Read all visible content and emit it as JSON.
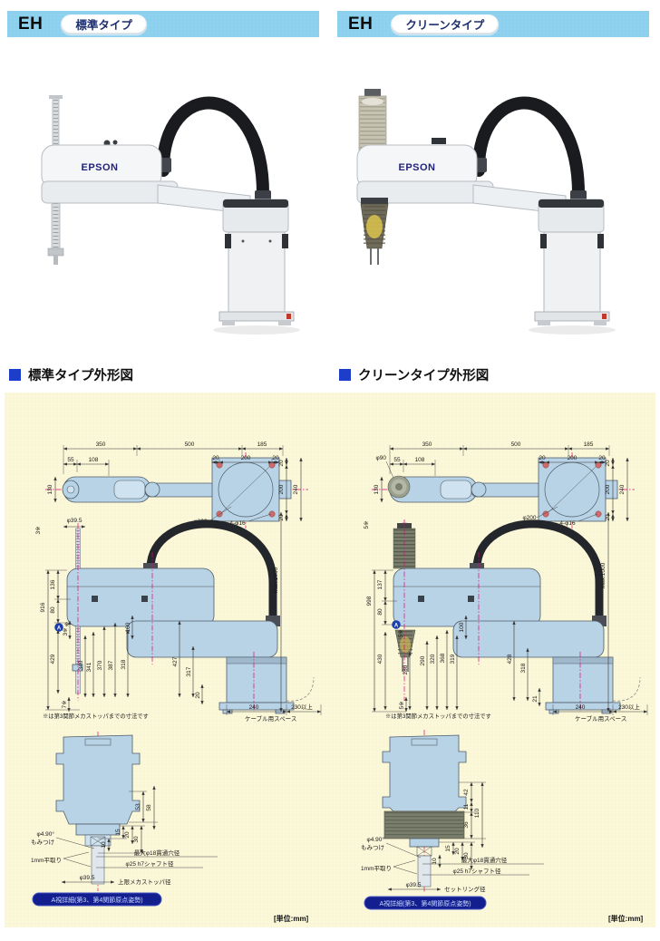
{
  "headers": {
    "standard": {
      "model": "EH",
      "tag": "標準タイプ"
    },
    "clean": {
      "model": "EH",
      "tag": "クリーンタイプ"
    }
  },
  "photos": {
    "standard": {
      "brand": "EPSON"
    },
    "clean": {
      "brand": "EPSON"
    }
  },
  "sections": {
    "standard": "標準タイプ外形図",
    "clean": "クリーンタイプ外形図"
  },
  "colors": {
    "header_bar": "#8fd2ef",
    "section_square": "#1c3ecb",
    "badge_navy": "#141f8f",
    "drawing_background": "#fbf7d9",
    "robot_fill": "#b9d3e6",
    "centerline_magenta": "#e6007e",
    "brand_navy": "#23237a"
  },
  "standard_drawing": {
    "top": {
      "d350": "350",
      "d500": "500",
      "d185": "185",
      "d55": "55",
      "d108": "108",
      "d20a": "20",
      "d200a": "200",
      "d20b": "20",
      "d130": "130",
      "d20c": "20",
      "d200b": "200",
      "d240": "240",
      "d20d": "20",
      "phi200": "φ200",
      "holes": "4-φ16",
      "phi395": "φ39.5",
      "star": "3※"
    },
    "side": {
      "d916": "916",
      "d136": "136",
      "d80": "80",
      "a_mark": "A",
      "a_star": "※",
      "d3": "3※",
      "d429": "429",
      "d340": "340",
      "d341": "341",
      "d370": "370",
      "d387": "387",
      "d318": "318",
      "d100": "100",
      "d427": "427",
      "d317": "317",
      "d20": "20",
      "d240": "240",
      "d230": "230以上",
      "max1000": "Max.1000",
      "d7": "7※",
      "note": "※は第3関節メカストッパまでの寸法です",
      "cable": "ケーブル用スペース"
    },
    "detail": {
      "d53": "53",
      "d58": "58",
      "d30": "30",
      "d20": "20",
      "d15": "15",
      "d10": "10",
      "tap": "φ4.90°",
      "tap2": "もみつけ",
      "flat": "1mm平取り",
      "hole": "最大φ18貫通穴径",
      "shaft": "φ25 h7シャフト径",
      "phi395": "φ39.5",
      "ring": "上限メカストッパ径",
      "badge": "A視詳細(第3、第4関節原点姿勢)"
    },
    "unit": "[単位:mm]"
  },
  "clean_drawing": {
    "top": {
      "phi90": "φ90",
      "d350": "350",
      "d500": "500",
      "d185": "185",
      "d55": "55",
      "d108": "108",
      "d20a": "20",
      "d200a": "200",
      "d20b": "20",
      "d130": "130",
      "d20c": "20",
      "d200b": "200",
      "d240": "240",
      "d20d": "20",
      "phi200": "φ200",
      "holes": "4-φ16",
      "star": "5※"
    },
    "side": {
      "d998": "998",
      "d137": "137",
      "d80": "80",
      "a_mark": "A",
      "d5a": "5※",
      "d430": "430",
      "d280": "280",
      "d290": "290",
      "d320": "320",
      "d368": "368",
      "d319": "319",
      "d100": "100",
      "d428": "428",
      "d318": "318",
      "d21": "21",
      "d240": "240",
      "d230": "230以上",
      "max1000": "Max.1000",
      "d5b": "5※",
      "note": "※は第3関節メカストッパまでの寸法です",
      "cable": "ケーブル用スペース"
    },
    "detail": {
      "d42": "42",
      "d11": "11",
      "d110": "110",
      "d36": "36",
      "d30": "30",
      "d20": "20",
      "d15": "15",
      "d10": "10",
      "tap": "φ4.90°",
      "tap2": "もみつけ",
      "flat": "1mm平取り",
      "hole": "最大φ18貫通穴径",
      "shaft": "φ25 h7シャフト径",
      "phi395": "φ39.5",
      "ring": "セットリング径",
      "badge": "A視詳細(第3、第4関節原点姿勢)"
    },
    "unit": "[単位:mm]"
  }
}
